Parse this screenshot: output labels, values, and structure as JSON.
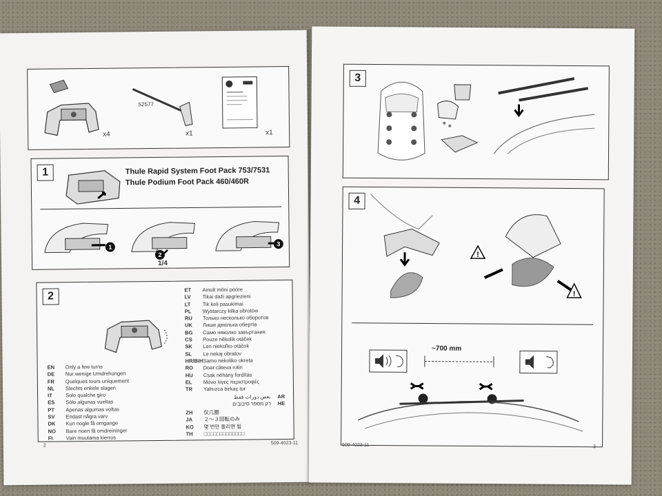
{
  "left_page": {
    "kit": {
      "foot_qty": "x4",
      "tool_number": "52577",
      "tool_qty": "x1",
      "card_qty": "x1"
    },
    "step1": {
      "number": "1",
      "title_line1": "Thule Rapid System Foot Pack 753/7531",
      "title_line2": "Thule Podium Foot Pack 460/460R",
      "callout_1": "1",
      "callout_2": "2",
      "callout_3": "3",
      "turn_label": "1/4"
    },
    "step2": {
      "number": "2",
      "languages_left": [
        {
          "code": "EN",
          "text": "Only a few turns"
        },
        {
          "code": "DE",
          "text": "Nur wenige Umdrehungen"
        },
        {
          "code": "FR",
          "text": "Quelques tours uniquement"
        },
        {
          "code": "NL",
          "text": "Slechts enkele slagen"
        },
        {
          "code": "IT",
          "text": "Solo qualche giro"
        },
        {
          "code": "ES",
          "text": "Sólo algunas vueltas"
        },
        {
          "code": "PT",
          "text": "Apenas algumas voltas"
        },
        {
          "code": "SV",
          "text": "Endast några varv"
        },
        {
          "code": "DK",
          "text": "Kun nogle få omgange"
        },
        {
          "code": "NO",
          "text": "Bare noen få omdreininger"
        },
        {
          "code": "FI",
          "text": "Vain muutama kierros"
        }
      ],
      "languages_right": [
        {
          "code": "ET",
          "text": "Ainult mõni pööre"
        },
        {
          "code": "LV",
          "text": "Tikai daži apgriezieni"
        },
        {
          "code": "LT",
          "text": "Tik keli pasukimai"
        },
        {
          "code": "PL",
          "text": "Wystarczy kilka obrotów"
        },
        {
          "code": "RU",
          "text": "Только несколько оборотов"
        },
        {
          "code": "UK",
          "text": "Лише декілька обертів"
        },
        {
          "code": "BG",
          "text": "Само няколко завъртания"
        },
        {
          "code": "CS",
          "text": "Pouze několik otáček"
        },
        {
          "code": "SK",
          "text": "Len niekoľko otáčok"
        },
        {
          "code": "SL",
          "text": "Le nekaj obratov"
        },
        {
          "code": "HR/BiH",
          "text": "Samo nekoliko okreta"
        },
        {
          "code": "RO",
          "text": "Doar câteva rotiri"
        },
        {
          "code": "HU",
          "text": "Csak néhány fordítás"
        },
        {
          "code": "EL",
          "text": "Μόνο λίγες περιστροφές"
        },
        {
          "code": "TR",
          "text": "Yalnızca birkaç tur"
        }
      ],
      "languages_rtl": [
        {
          "code": "AR",
          "text": "بعض دورات فقط"
        },
        {
          "code": "HE",
          "text": "רק מספר סיבובים"
        }
      ],
      "languages_asian": [
        {
          "code": "ZH",
          "text": "仅几圈"
        },
        {
          "code": "JA",
          "text": "２～３回転のみ"
        },
        {
          "code": "KO",
          "text": "몇 번만 돌리면 됨"
        },
        {
          "code": "TH",
          "text": "□□□□□□□□□□□□□"
        }
      ]
    },
    "page_number": "2",
    "doc_code": "509-4023-11"
  },
  "right_page": {
    "step3": {
      "number": "3"
    },
    "step4": {
      "number": "4",
      "distance": "~700 mm"
    },
    "page_number": "3",
    "doc_code": "509-4023-11"
  }
}
